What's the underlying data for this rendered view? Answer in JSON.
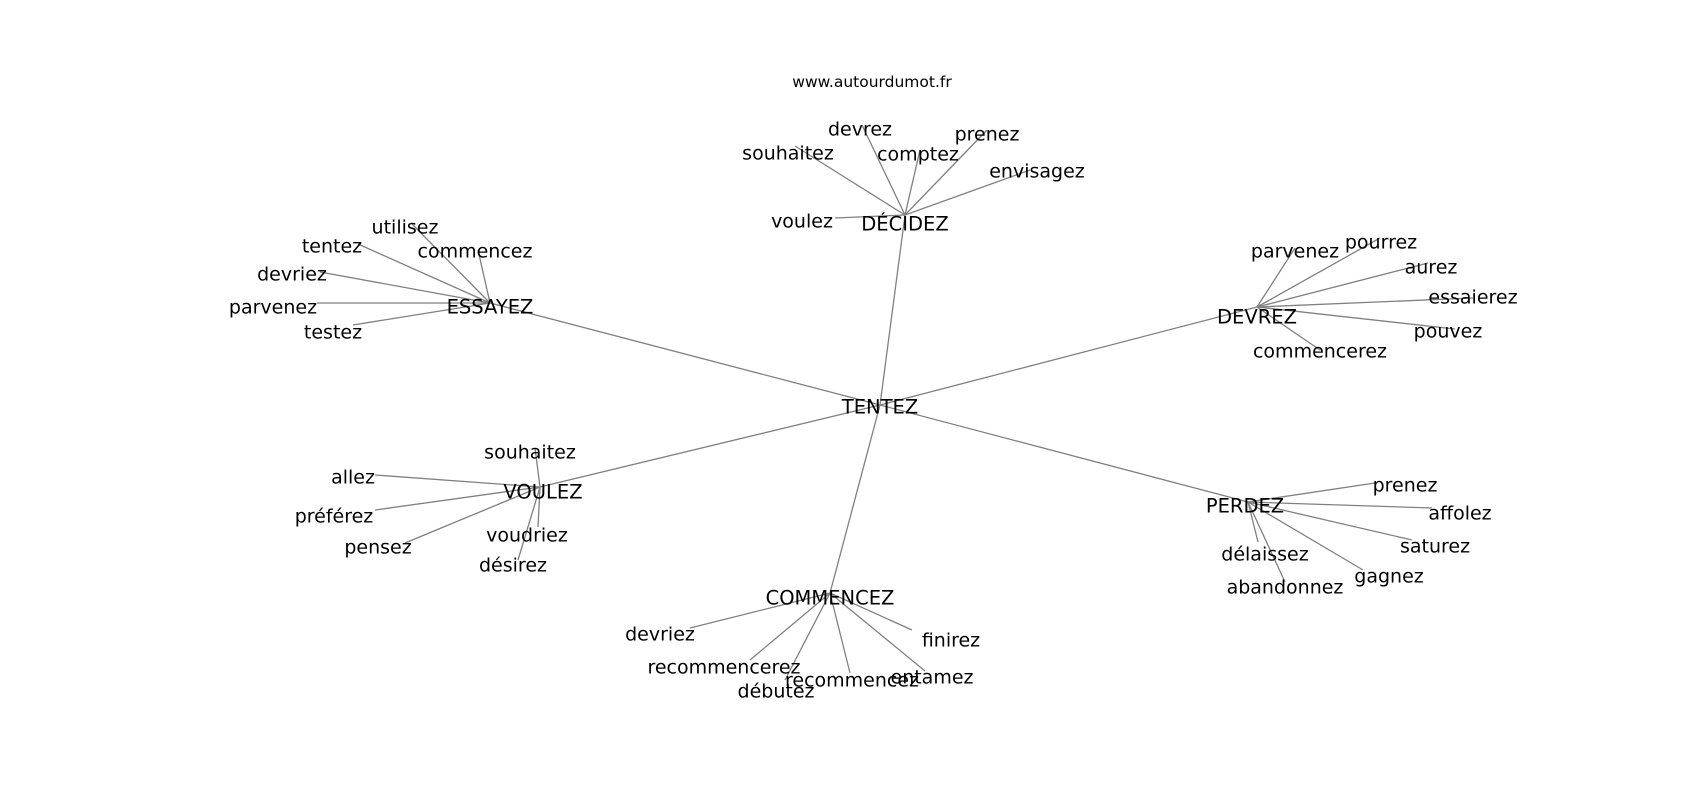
{
  "site": "www.autourdumot.fr",
  "colors": {
    "edge": "#808080",
    "text": "#000000",
    "background": "#ffffff"
  },
  "root": "TENTEZ",
  "groups": [
    {
      "hub": "DÉCIDEZ",
      "words": [
        "voulez",
        "souhaitez",
        "devrez",
        "comptez",
        "prenez",
        "envisagez"
      ]
    },
    {
      "hub": "ESSAYEZ",
      "words": [
        "utilisez",
        "tentez",
        "commencez",
        "devriez",
        "parvenez",
        "testez"
      ]
    },
    {
      "hub": "DEVREZ",
      "words": [
        "parvenez",
        "pourrez",
        "aurez",
        "essaierez",
        "pouvez",
        "commencerez"
      ]
    },
    {
      "hub": "VOULEZ",
      "words": [
        "souhaitez",
        "allez",
        "préférez",
        "pensez",
        "voudriez",
        "désirez"
      ]
    },
    {
      "hub": "PERDEZ",
      "words": [
        "prenez",
        "affolez",
        "saturez",
        "gagnez",
        "délaissez",
        "abandonnez"
      ]
    },
    {
      "hub": "COMMENCEZ",
      "words": [
        "devriez",
        "recommencerez",
        "débutez",
        "recommencez",
        "entamez",
        "finirez"
      ]
    }
  ]
}
